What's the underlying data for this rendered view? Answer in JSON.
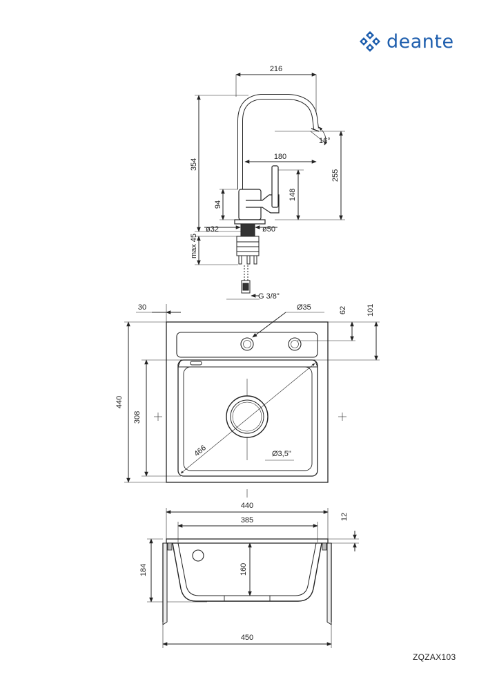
{
  "brand": {
    "name": "deante",
    "color": "#1f5fae"
  },
  "product_code": "ZQZAX103",
  "faucet_dimensions": {
    "width_total": "216",
    "height_total": "354",
    "spout_reach": "180",
    "spout_height": "255",
    "swivel_angle": "16°",
    "body_height": "148",
    "handle_height": "94",
    "base_diameter": "ø32",
    "body_diameter": "ø50",
    "max_counter_thickness": "max 45",
    "connection": "G 3/8\""
  },
  "sink_top_dimensions": {
    "tap_offset": "30",
    "tap_hole_diameter": "Ø35",
    "tap_center_from_top": "62",
    "bowl_start_from_top": "101",
    "outer_height": "440",
    "bowl_height": "308",
    "bowl_diagonal": "466",
    "drain_diameter": "Ø3,5\""
  },
  "sink_section_dimensions": {
    "outer_width": "440",
    "bowl_width": "385",
    "rim_thickness": "12",
    "total_depth": "184",
    "bowl_depth": "160",
    "cabinet_width": "450"
  }
}
